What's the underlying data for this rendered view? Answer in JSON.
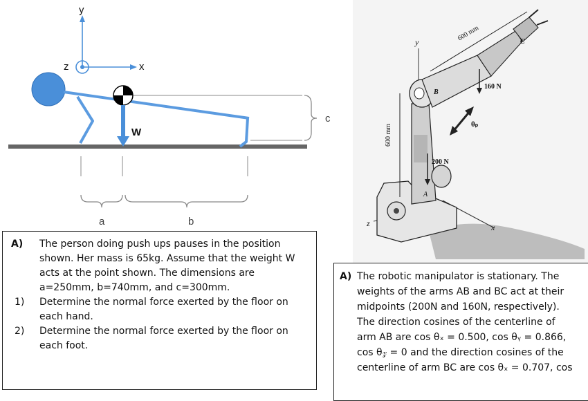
{
  "figure_left": {
    "axis_y": "y",
    "axis_z": "z",
    "axis_x": "x",
    "weight_label": "W",
    "dim_a": "a",
    "dim_b": "b",
    "dim_c": "c"
  },
  "figure_right": {
    "dim_600_top": "600 mm",
    "dim_600_side": "600 mm",
    "force_160": "160 N",
    "force_200": "200 N",
    "point_a": "A",
    "point_b": "B",
    "point_c": "C",
    "theta_p": "θₚ",
    "axis_y": "y",
    "axis_x": "x",
    "axis_z": "z"
  },
  "problem_left": {
    "marker": "A)",
    "intro": [
      "The person doing push ups pauses in the position",
      "shown. Her mass is 65kg. Assume that the weight W",
      "acts at the point shown. The dimensions are",
      "a=250mm, b=740mm, and c=300mm."
    ],
    "q1_num": "1)",
    "q1": [
      "Determine the normal force exerted by the floor on",
      "each hand."
    ],
    "q2_num": "2)",
    "q2": [
      "Determine the normal force exerted by  the floor on",
      "each foot."
    ]
  },
  "problem_right": {
    "marker": "A)",
    "lines": [
      "The robotic manipulator is stationary. The",
      "weights of the arms AB and BC act at their",
      "midpoints (200N and 160N, respectively).",
      "The direction cosines of the centerline of",
      "arm AB are cos θₓ = 0.500, cos θᵧ = 0.866,",
      "cos θ𝓏 = 0 and the direction cosines of the",
      "centerline of arm BC are cos θₓ = 0.707, cos"
    ]
  }
}
